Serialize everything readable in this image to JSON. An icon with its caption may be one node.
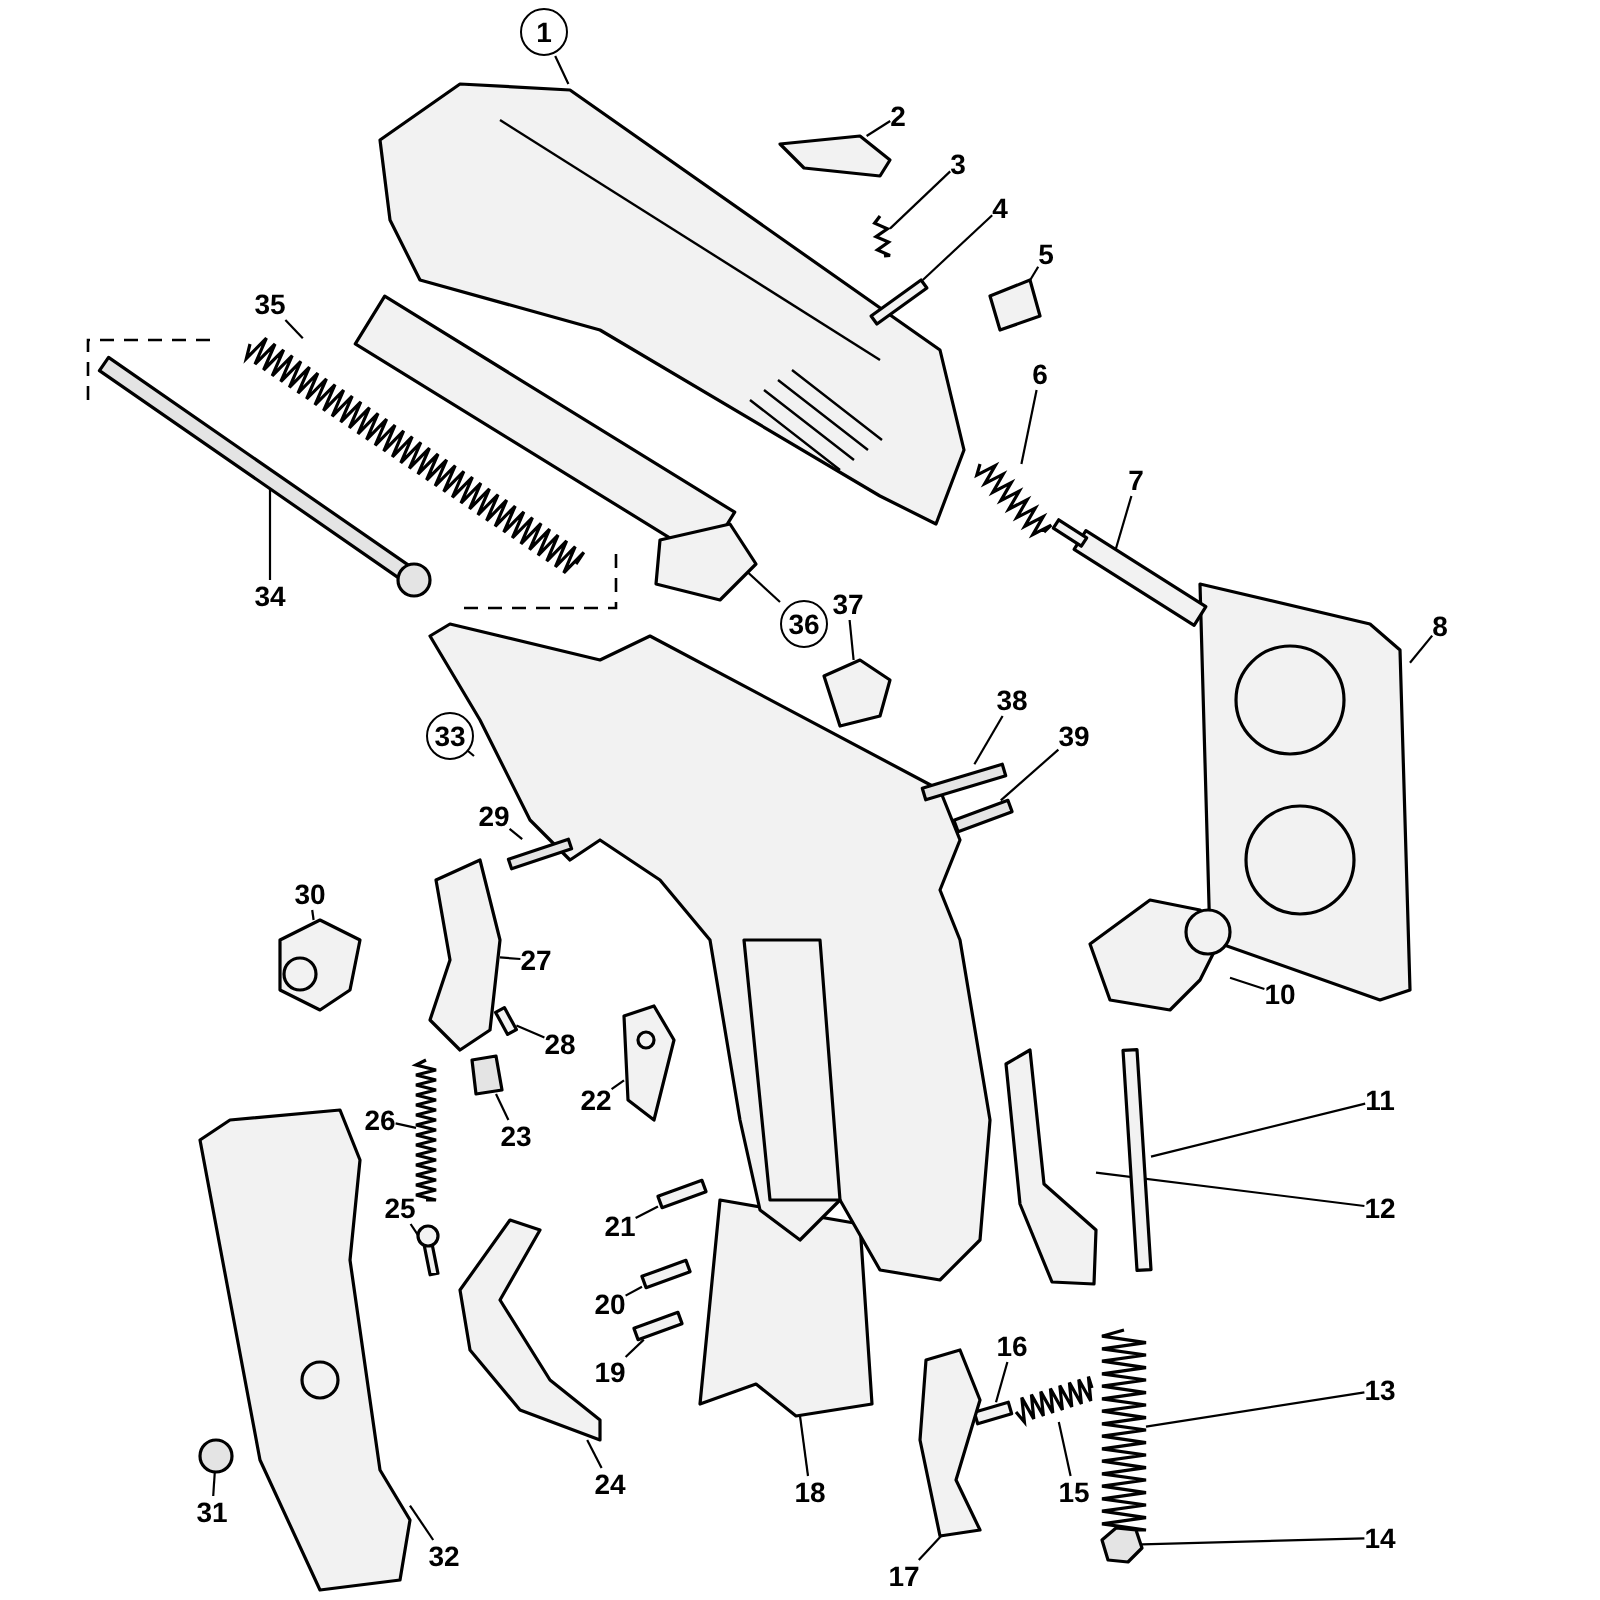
{
  "diagram": {
    "nodes": [
      {
        "text": [
          "1"
        ]
      },
      {
        "text": [],
        "shape": "picture"
      },
      {
        "text": [
          "2"
        ]
      },
      {
        "text": [],
        "shape": "picture"
      },
      {
        "text": [
          "3"
        ]
      },
      {
        "text": [],
        "shape": "picture"
      },
      {
        "text": [
          "4"
        ]
      },
      {
        "text": [],
        "shape": "picture"
      },
      {
        "text": [
          "5"
        ]
      },
      {
        "text": [],
        "shape": "picture"
      },
      {
        "text": [
          "6"
        ]
      },
      {
        "text": [],
        "shape": "picture"
      },
      {
        "text": [
          "7"
        ]
      },
      {
        "text": [],
        "shape": "picture"
      },
      {
        "text": [
          "8"
        ]
      },
      {
        "text": [],
        "shape": "picture"
      },
      {
        "text": [
          "10"
        ]
      },
      {
        "text": [],
        "shape": "picture"
      },
      {
        "text": [
          "11"
        ]
      },
      {
        "text": [],
        "shape": "picture"
      },
      {
        "text": [
          "12"
        ]
      },
      {
        "text": [],
        "shape": "picture"
      },
      {
        "text": [
          "13"
        ]
      },
      {
        "text": [],
        "shape": "picture"
      },
      {
        "text": [
          "14"
        ]
      },
      {
        "text": [],
        "shape": "box"
      },
      {
        "text": [
          "15"
        ]
      },
      {
        "text": [],
        "shape": "picture"
      },
      {
        "text": [
          "16"
        ]
      },
      {
        "text": [],
        "shape": "picture"
      },
      {
        "text": [
          "17"
        ]
      },
      {
        "text": [],
        "shape": "picture"
      },
      {
        "text": [
          "18"
        ]
      },
      {
        "text": [],
        "shape": "picture"
      },
      {
        "text": [
          "19"
        ]
      },
      {
        "text": [],
        "shape": "picture"
      },
      {
        "text": [
          "20"
        ]
      },
      {
        "text": [],
        "shape": "picture"
      },
      {
        "text": [
          "21"
        ]
      },
      {
        "text": [],
        "shape": "picture"
      },
      {
        "text": [
          "22"
        ]
      },
      {
        "text": [],
        "shape": "picture"
      },
      {
        "text": [
          "23"
        ]
      },
      {
        "text": [],
        "shape": "box"
      },
      {
        "text": [
          "24"
        ]
      },
      {
        "text": [],
        "shape": "picture"
      },
      {
        "text": [
          "25"
        ]
      },
      {
        "text": [],
        "shape": "picture"
      },
      {
        "text": [
          "26"
        ]
      },
      {
        "text": [],
        "shape": "picture"
      },
      {
        "text": [
          "27"
        ]
      },
      {
        "text": [],
        "shape": "picture"
      },
      {
        "text": [
          "28"
        ]
      },
      {
        "text": [],
        "shape": "picture"
      },
      {
        "text": [
          "29"
        ]
      },
      {
        "text": [],
        "shape": "bar"
      },
      {
        "text": [
          "30"
        ]
      },
      {
        "text": [],
        "shape": "picture"
      },
      {
        "text": [
          "31"
        ]
      },
      {
        "text": [],
        "shape": "circle"
      },
      {
        "text": [
          "32"
        ]
      },
      {
        "text": [],
        "shape": "picture"
      },
      {
        "text": [
          "33"
        ]
      },
      {
        "text": [],
        "shape": "picture"
      },
      {
        "text": [
          "34"
        ]
      },
      {
        "text": [],
        "shape": "bar"
      },
      {
        "text": [
          "35"
        ]
      },
      {
        "text": [],
        "shape": "picture"
      },
      {
        "text": [
          "36"
        ]
      },
      {
        "text": [],
        "shape": "picture"
      },
      {
        "text": [
          "37"
        ]
      },
      {
        "text": [],
        "shape": "picture"
      },
      {
        "text": [
          "38"
        ]
      },
      {
        "text": [],
        "shape": "bar"
      },
      {
        "text": [
          "39"
        ]
      },
      {
        "text": [],
        "shape": "bar"
      }
    ],
    "edges": [
      {
        "from": 0,
        "to": 1,
        "arrow": "none"
      },
      {
        "from": 2,
        "to": 3,
        "arrow": "none"
      },
      {
        "from": 4,
        "to": 5,
        "arrow": "none"
      },
      {
        "from": 6,
        "to": 7,
        "arrow": "none"
      },
      {
        "from": 8,
        "to": 9,
        "arrow": "none"
      },
      {
        "from": 10,
        "to": 11,
        "arrow": "none"
      },
      {
        "from": 12,
        "to": 13,
        "arrow": "none"
      },
      {
        "from": 14,
        "to": 15,
        "arrow": "none"
      },
      {
        "from": 16,
        "to": 17,
        "arrow": "none"
      },
      {
        "from": 18,
        "to": 19,
        "arrow": "none"
      },
      {
        "from": 20,
        "to": 21,
        "arrow": "none"
      },
      {
        "from": 22,
        "to": 23,
        "arrow": "none"
      },
      {
        "from": 24,
        "to": 25,
        "arrow": "none"
      },
      {
        "from": 26,
        "to": 27,
        "arrow": "none"
      },
      {
        "from": 28,
        "to": 29,
        "arrow": "none"
      },
      {
        "from": 30,
        "to": 31,
        "arrow": "none"
      },
      {
        "from": 32,
        "to": 33,
        "arrow": "none"
      },
      {
        "from": 34,
        "to": 35,
        "arrow": "none"
      },
      {
        "from": 36,
        "to": 37,
        "arrow": "none"
      },
      {
        "from": 38,
        "to": 39,
        "arrow": "none"
      },
      {
        "from": 40,
        "to": 41,
        "arrow": "none"
      },
      {
        "from": 42,
        "to": 43,
        "arrow": "none"
      },
      {
        "from": 44,
        "to": 45,
        "arrow": "none"
      },
      {
        "from": 46,
        "to": 47,
        "arrow": "none"
      },
      {
        "from": 48,
        "to": 49,
        "arrow": "none"
      },
      {
        "from": 50,
        "to": 51,
        "arrow": "none"
      },
      {
        "from": 52,
        "to": 53,
        "arrow": "none"
      },
      {
        "from": 54,
        "to": 55,
        "arrow": "none"
      },
      {
        "from": 56,
        "to": 57,
        "arrow": "none"
      },
      {
        "from": 58,
        "to": 59,
        "arrow": "none"
      },
      {
        "from": 60,
        "to": 61,
        "arrow": "none"
      },
      {
        "from": 62,
        "to": 63,
        "arrow": "none"
      },
      {
        "from": 64,
        "to": 65,
        "arrow": "none"
      },
      {
        "from": 66,
        "to": 67,
        "arrow": "none"
      },
      {
        "from": 68,
        "to": 69,
        "arrow": "none"
      },
      {
        "from": 70,
        "to": 71,
        "arrow": "none"
      },
      {
        "from": 72,
        "to": 73,
        "arrow": "none"
      },
      {
        "from": 74,
        "to": 75,
        "arrow": "none"
      }
    ]
  }
}
